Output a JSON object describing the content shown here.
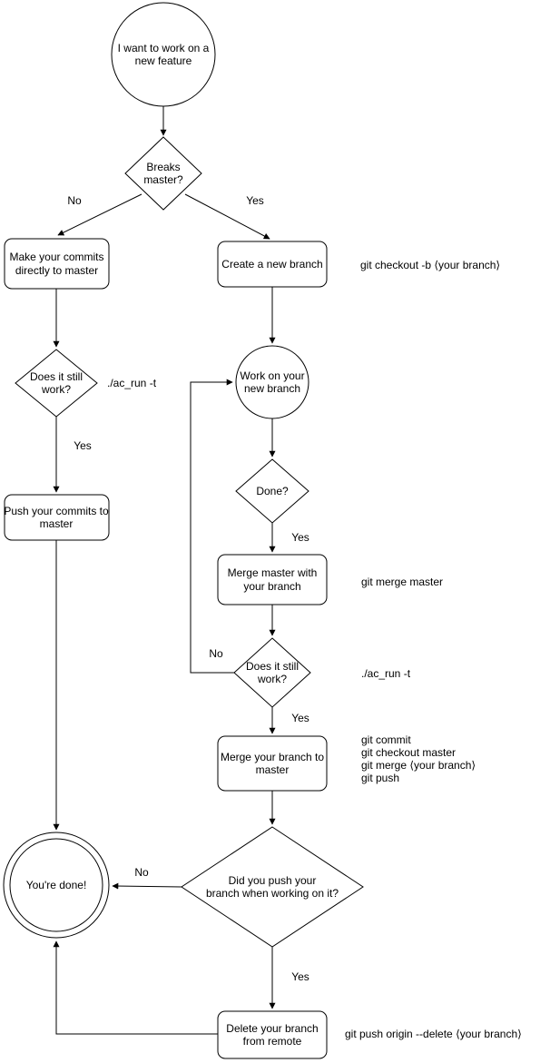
{
  "nodes": {
    "start": "I want to work on a new feature",
    "breaks_master": "Breaks master?",
    "make_commits_master": "Make your commits directly to master",
    "create_branch": "Create a new branch",
    "does_it_still_work_left": "Does it still work?",
    "push_commits_master": "Push your commits to master",
    "work_on_branch": "Work on your new branch",
    "done": "Done?",
    "merge_master_with_branch": "Merge master with your branch",
    "does_it_still_work_right": "Does it still work?",
    "merge_branch_to_master": "Merge your branch to master",
    "did_you_push": "Did you push your\nbranch when working on it?",
    "youre_done": "You're done!",
    "delete_branch_remote": "Delete your branch from remote"
  },
  "edge_labels": {
    "breaks_no": "No",
    "breaks_yes": "Yes",
    "still_works_left_yes": "Yes",
    "done_yes": "Yes",
    "still_works_right_no": "No",
    "still_works_right_yes": "Yes",
    "did_push_no": "No",
    "did_push_yes": "Yes"
  },
  "annotations": {
    "checkout_branch": "git checkout -b ⟨your branch⟩",
    "ac_run_left": "./ac_run -t",
    "merge_master_cmd": "git merge master",
    "ac_run_right": "./ac_run -t",
    "merge_to_master_cmds": [
      "git commit",
      "git checkout master",
      "git merge ⟨your branch⟩",
      "git push"
    ],
    "delete_remote_cmd": "git push origin --delete ⟨your branch⟩"
  },
  "colors": {
    "stroke": "#000000",
    "fill": "#ffffff",
    "background": "#ffffff"
  }
}
